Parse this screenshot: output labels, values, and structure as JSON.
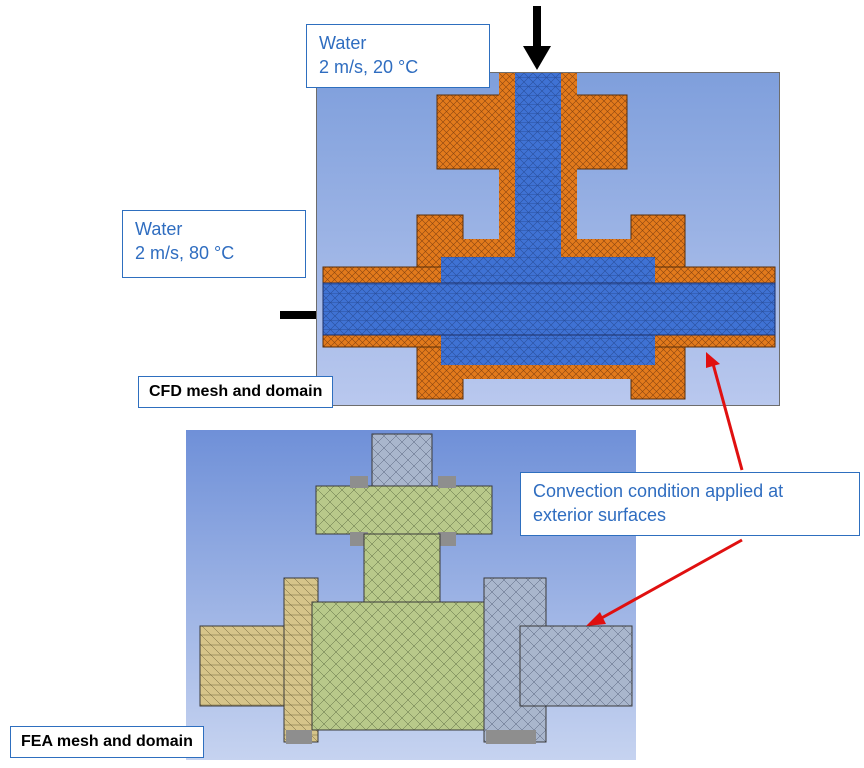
{
  "callouts": {
    "top_water": {
      "line1": "Water",
      "line2": "2 m/s, 20 °C"
    },
    "left_water": {
      "line1": "Water",
      "line2": "2 m/s, 80 °C"
    },
    "convection": {
      "line1": "Convection condition applied at",
      "line2": "exterior surfaces"
    }
  },
  "labels": {
    "cfd": "CFD mesh and domain",
    "fea": "FEA mesh and domain"
  },
  "colors": {
    "fluid": "#3d6fd0",
    "solid_cfd": "#e27a1c",
    "fea_green": "#b8c98a",
    "fea_blue_grey": "#a9b6cc",
    "fea_tan": "#d6c48a",
    "arrow_red": "#e01010"
  }
}
